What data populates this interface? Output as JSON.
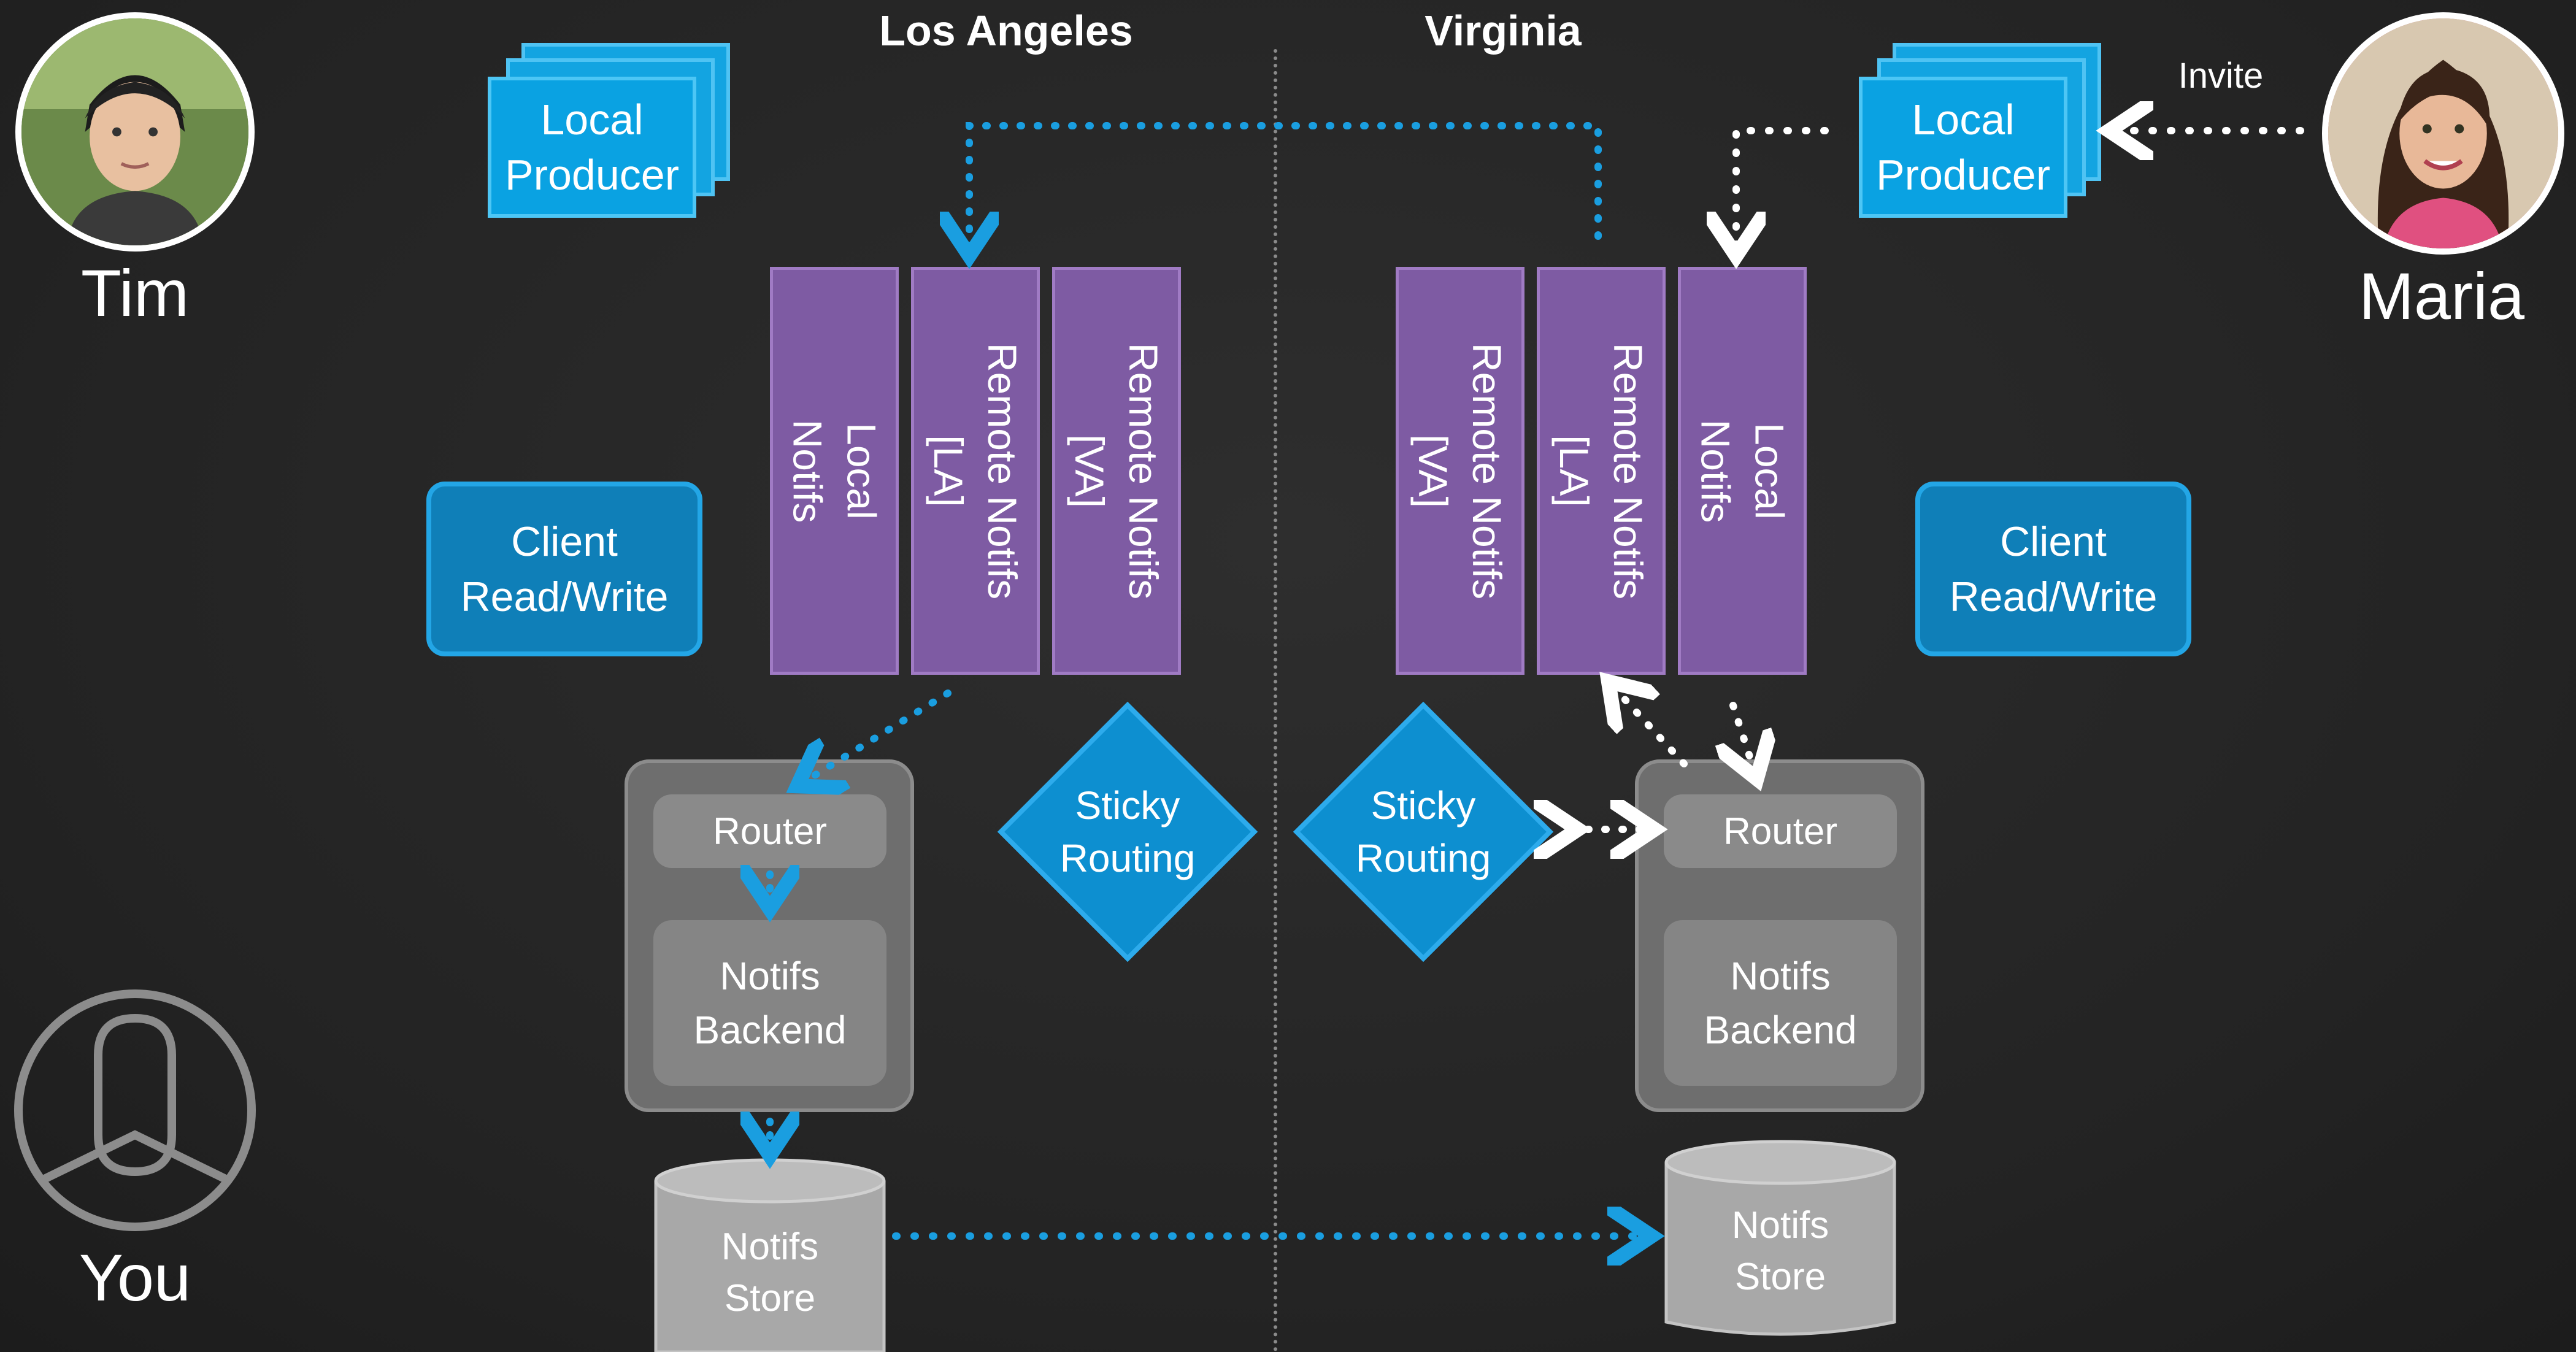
{
  "regions": {
    "left_title": "Los Angeles",
    "right_title": "Virginia"
  },
  "people": {
    "tim": {
      "name": "Tim"
    },
    "maria": {
      "name": "Maria"
    },
    "you": {
      "name": "You",
      "icon": "user-icon"
    }
  },
  "invite_label": "Invite",
  "la": {
    "producer": {
      "line1": "Local",
      "line2": "Producer"
    },
    "client": {
      "line1": "Client",
      "line2": "Read/Write"
    },
    "queues": [
      "Local\nNotifs",
      "Remote Notifs\n[LA]",
      "Remote Notifs\n[VA]"
    ],
    "sticky": {
      "line1": "Sticky",
      "line2": "Routing"
    },
    "router": "Router",
    "backend": {
      "line1": "Notifs",
      "line2": "Backend"
    },
    "store": {
      "line1": "Notifs",
      "line2": "Store"
    }
  },
  "va": {
    "producer": {
      "line1": "Local",
      "line2": "Producer"
    },
    "client": {
      "line1": "Client",
      "line2": "Read/Write"
    },
    "queues": [
      "Remote Notifs\n[VA]",
      "Remote Notifs\n[LA]",
      "Local\nNotifs"
    ],
    "sticky": {
      "line1": "Sticky",
      "line2": "Routing"
    },
    "router": "Router",
    "backend": {
      "line1": "Notifs",
      "line2": "Backend"
    },
    "store": {
      "line1": "Notifs",
      "line2": "Store"
    }
  },
  "colors": {
    "background": "#262626",
    "producer_blue": "#0aa2e2",
    "client_blue": "#0f7fb8",
    "queue_purple": "#7e5ba3",
    "sticky_blue": "#0d8fd0",
    "server_gray": "#6e6e6e",
    "store_gray": "#a8a8a8",
    "blue_arrow": "#1a9ee0",
    "white_arrow": "#ffffff"
  }
}
